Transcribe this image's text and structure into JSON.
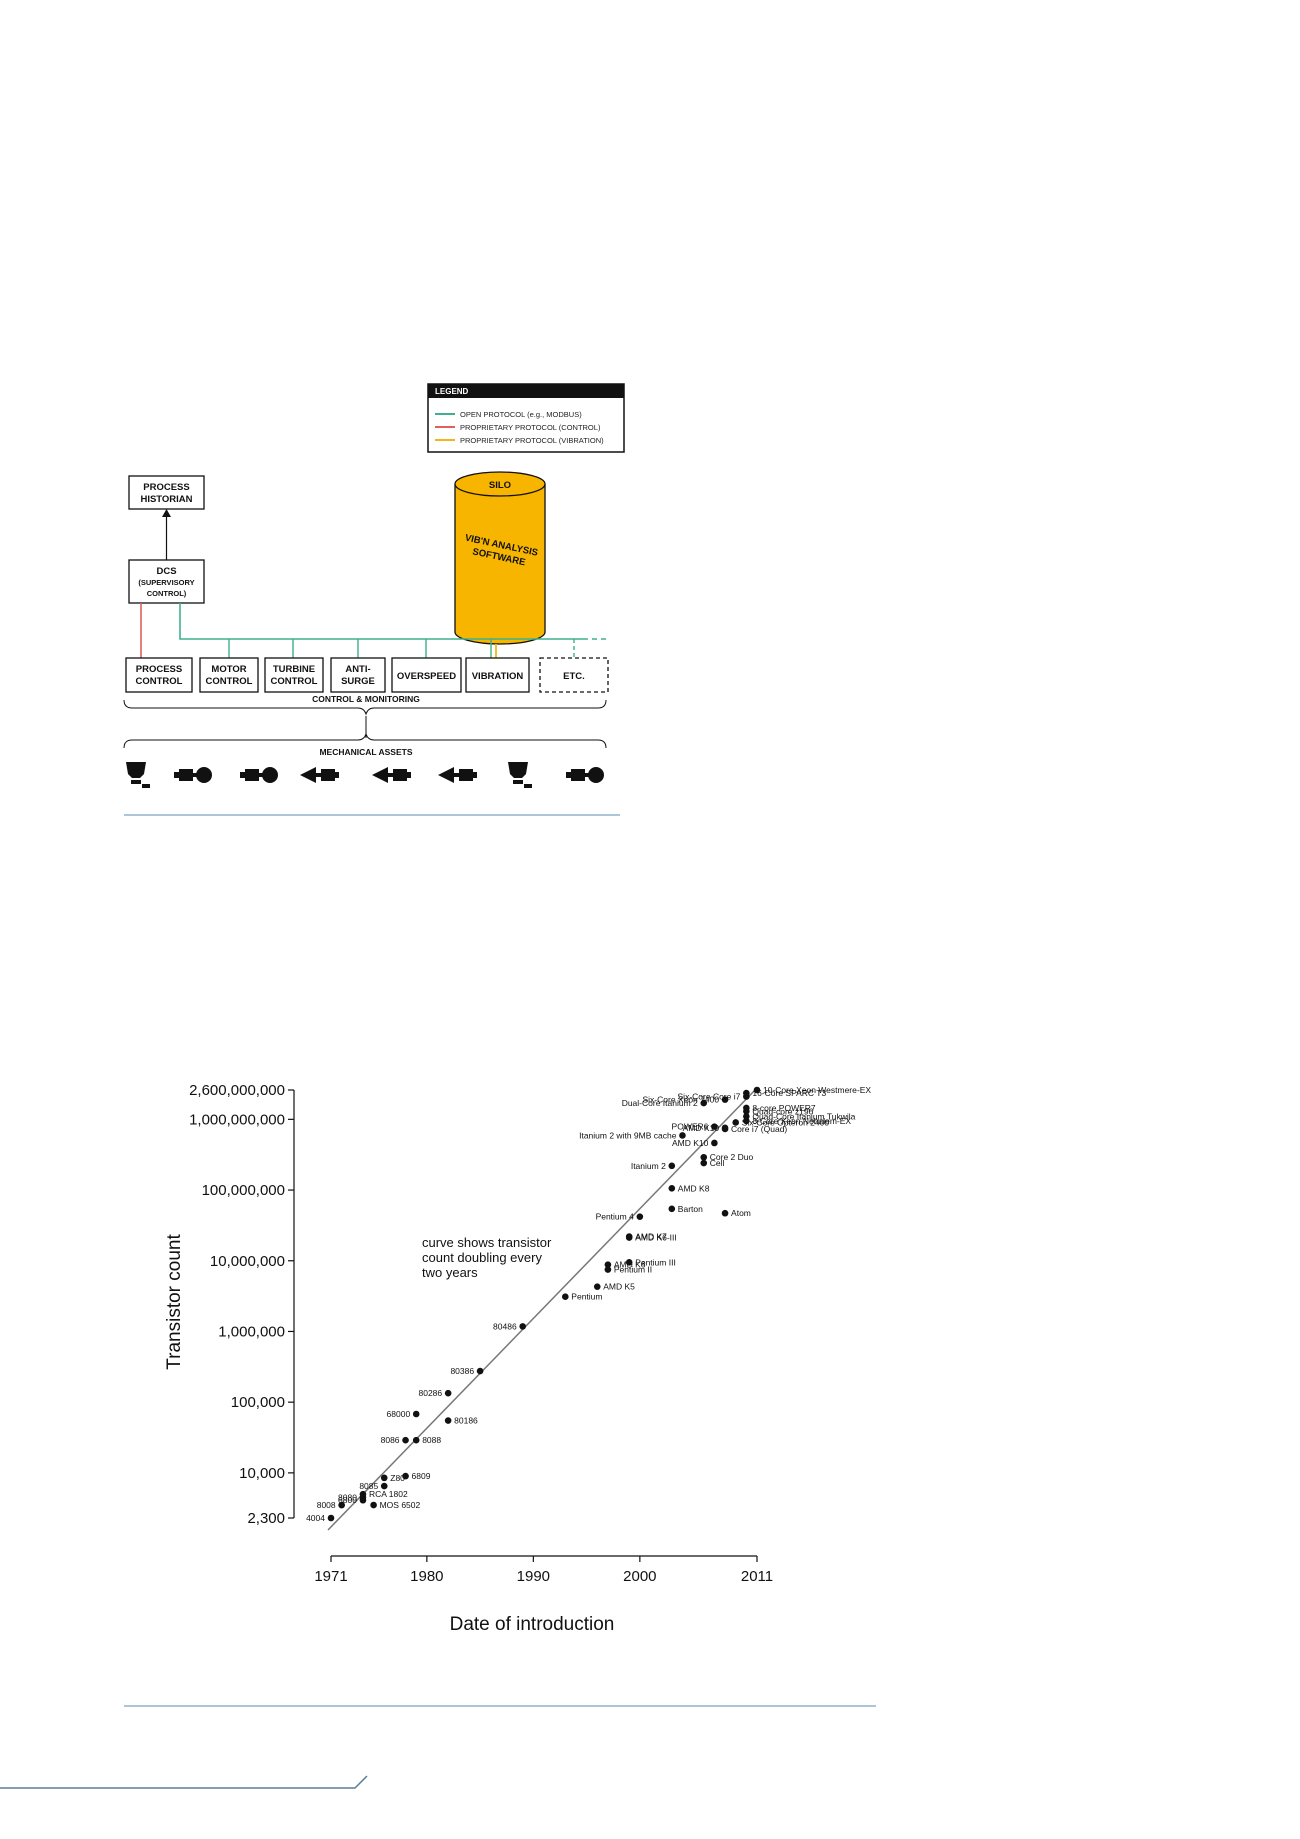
{
  "diagram": {
    "legend": {
      "title": "LEGEND",
      "items": [
        {
          "label": "OPEN PROTOCOL (e.g., MODBUS)",
          "color": "#3fb08f"
        },
        {
          "label": "PROPRIETARY PROTOCOL (CONTROL)",
          "color": "#e0605a"
        },
        {
          "label": "PROPRIETARY PROTOCOL (VIBRATION)",
          "color": "#f2b51c"
        }
      ]
    },
    "historian": [
      "PROCESS",
      "HISTORIAN"
    ],
    "dcs": [
      "DCS",
      "(SUPERVISORY",
      "CONTROL)"
    ],
    "silo": {
      "title": "SILO",
      "text": [
        "VIB'N ANALYSIS",
        "SOFTWARE"
      ],
      "color": "#f7b500"
    },
    "control_boxes": [
      [
        "PROCESS",
        "CONTROL"
      ],
      [
        "MOTOR",
        "CONTROL"
      ],
      [
        "TURBINE",
        "CONTROL"
      ],
      [
        "ANTI-",
        "SURGE"
      ],
      [
        "OVERSPEED"
      ],
      [
        "VIBRATION"
      ],
      [
        "ETC."
      ]
    ],
    "control_monitoring_label": "CONTROL & MONITORING",
    "mechanical_assets_label": "MECHANICAL ASSETS",
    "asset_icons": [
      "pump-icon",
      "motor-compressor-icon",
      "motor-compressor-icon",
      "turbine-icon",
      "turbine-icon",
      "turbine-icon",
      "pump-icon",
      "motor-compressor-icon"
    ]
  },
  "chart_data": {
    "type": "scatter",
    "xlabel": "Date of introduction",
    "ylabel": "Transistor count",
    "x_ticks": [
      1971,
      1980,
      1990,
      2000,
      2011
    ],
    "y_ticks": [
      {
        "value": 2300,
        "label": "2,300"
      },
      {
        "value": 10000,
        "label": "10,000"
      },
      {
        "value": 100000,
        "label": "100,000"
      },
      {
        "value": 1000000,
        "label": "1,000,000"
      },
      {
        "value": 10000000,
        "label": "10,000,000"
      },
      {
        "value": 100000000,
        "label": "100,000,000"
      },
      {
        "value": 1000000000,
        "label": "1,000,000,000"
      },
      {
        "value": 2600000000,
        "label": "2,600,000,000"
      }
    ],
    "y_scale": "log",
    "xlim": [
      1971,
      2011
    ],
    "ylim": [
      2300,
      2600000000
    ],
    "annotation": [
      "curve shows transistor",
      "count doubling every",
      "two years"
    ],
    "trend_line": {
      "x": [
        1971,
        2011
      ],
      "y": [
        2300,
        2600000000
      ]
    },
    "points": [
      {
        "name": "4004",
        "x": 1971,
        "y": 2300
      },
      {
        "name": "8008",
        "x": 1972,
        "y": 3500
      },
      {
        "name": "8080",
        "x": 1974,
        "y": 4500
      },
      {
        "name": "RCA 1802",
        "x": 1974,
        "y": 5000
      },
      {
        "name": "6800",
        "x": 1974,
        "y": 4100
      },
      {
        "name": "MOS 6502",
        "x": 1975,
        "y": 3510
      },
      {
        "name": "8085",
        "x": 1976,
        "y": 6500
      },
      {
        "name": "Z80",
        "x": 1976,
        "y": 8500
      },
      {
        "name": "6809",
        "x": 1978,
        "y": 9000
      },
      {
        "name": "8086",
        "x": 1978,
        "y": 29000
      },
      {
        "name": "8088",
        "x": 1979,
        "y": 29000
      },
      {
        "name": "68000",
        "x": 1979,
        "y": 68000
      },
      {
        "name": "80186",
        "x": 1982,
        "y": 55000
      },
      {
        "name": "80286",
        "x": 1982,
        "y": 134000
      },
      {
        "name": "80386",
        "x": 1985,
        "y": 275000
      },
      {
        "name": "80486",
        "x": 1989,
        "y": 1180000
      },
      {
        "name": "Pentium",
        "x": 1993,
        "y": 3100000
      },
      {
        "name": "AMD K5",
        "x": 1996,
        "y": 4300000
      },
      {
        "name": "AMD K6",
        "x": 1997,
        "y": 8800000
      },
      {
        "name": "Pentium II",
        "x": 1997,
        "y": 7500000
      },
      {
        "name": "Pentium III",
        "x": 1999,
        "y": 9500000
      },
      {
        "name": "AMD K6-III",
        "x": 1999,
        "y": 21300000
      },
      {
        "name": "AMD K7",
        "x": 1999,
        "y": 22000000
      },
      {
        "name": "Pentium 4",
        "x": 2000,
        "y": 42000000
      },
      {
        "name": "Barton",
        "x": 2003,
        "y": 54300000
      },
      {
        "name": "AMD K8",
        "x": 2003,
        "y": 105900000
      },
      {
        "name": "Itanium 2",
        "x": 2003,
        "y": 220000000
      },
      {
        "name": "Cell",
        "x": 2006,
        "y": 241000000
      },
      {
        "name": "Core 2 Duo",
        "x": 2006,
        "y": 291000000
      },
      {
        "name": "AMD K10",
        "x": 2007,
        "y": 463000000
      },
      {
        "name": "Itanium 2 with 9MB cache",
        "x": 2004,
        "y": 592000000
      },
      {
        "name": "Atom",
        "x": 2008,
        "y": 47000000
      },
      {
        "name": "POWER6",
        "x": 2007,
        "y": 789000000
      },
      {
        "name": "Core i7 (Quad)",
        "x": 2008,
        "y": 731000000
      },
      {
        "name": "AMD K10",
        "x": 2008,
        "y": 758000000
      },
      {
        "name": "Six-Core Opteron 2400",
        "x": 2009,
        "y": 904000000
      },
      {
        "name": "Dual-Core Itanium 2",
        "x": 2006,
        "y": 1700000000
      },
      {
        "name": "Six-Core Xeon 7400",
        "x": 2008,
        "y": 1900000000
      },
      {
        "name": "Six-Core Core i7",
        "x": 2010,
        "y": 2100000000
      },
      {
        "name": "16-Core SPARC T3",
        "x": 2010,
        "y": 2350000000
      },
      {
        "name": "10-Core Xeon Westmere-EX",
        "x": 2011,
        "y": 2600000000
      },
      {
        "name": "8-core POWER7",
        "x": 2010,
        "y": 1450000000
      },
      {
        "name": "Quad-core z196",
        "x": 2010,
        "y": 1300000000
      },
      {
        "name": "Quad-Core Itanium Tukwila",
        "x": 2010,
        "y": 1100000000
      },
      {
        "name": "8-Core Xeon Nehalem-EX",
        "x": 2010,
        "y": 950000000
      }
    ]
  }
}
